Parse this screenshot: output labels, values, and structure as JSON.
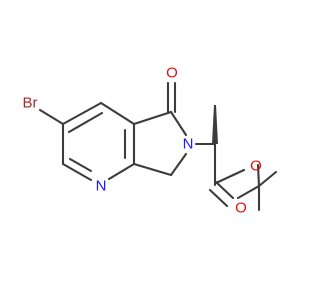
{
  "molecule": {
    "atom_labels": {
      "bromine": "Br",
      "ketone_oxygen": "O",
      "lactam_nitrogen": "N",
      "pyridine_nitrogen": "N",
      "carbonyl_oxygen": "O",
      "ester_oxygen": "O"
    }
  },
  "colors": {
    "bond": "#3c3c3c",
    "carbon": "#3c3c3c",
    "bromine": "#a62929",
    "oxygen": "#e01010",
    "nitrogen": "#1a1aff"
  }
}
